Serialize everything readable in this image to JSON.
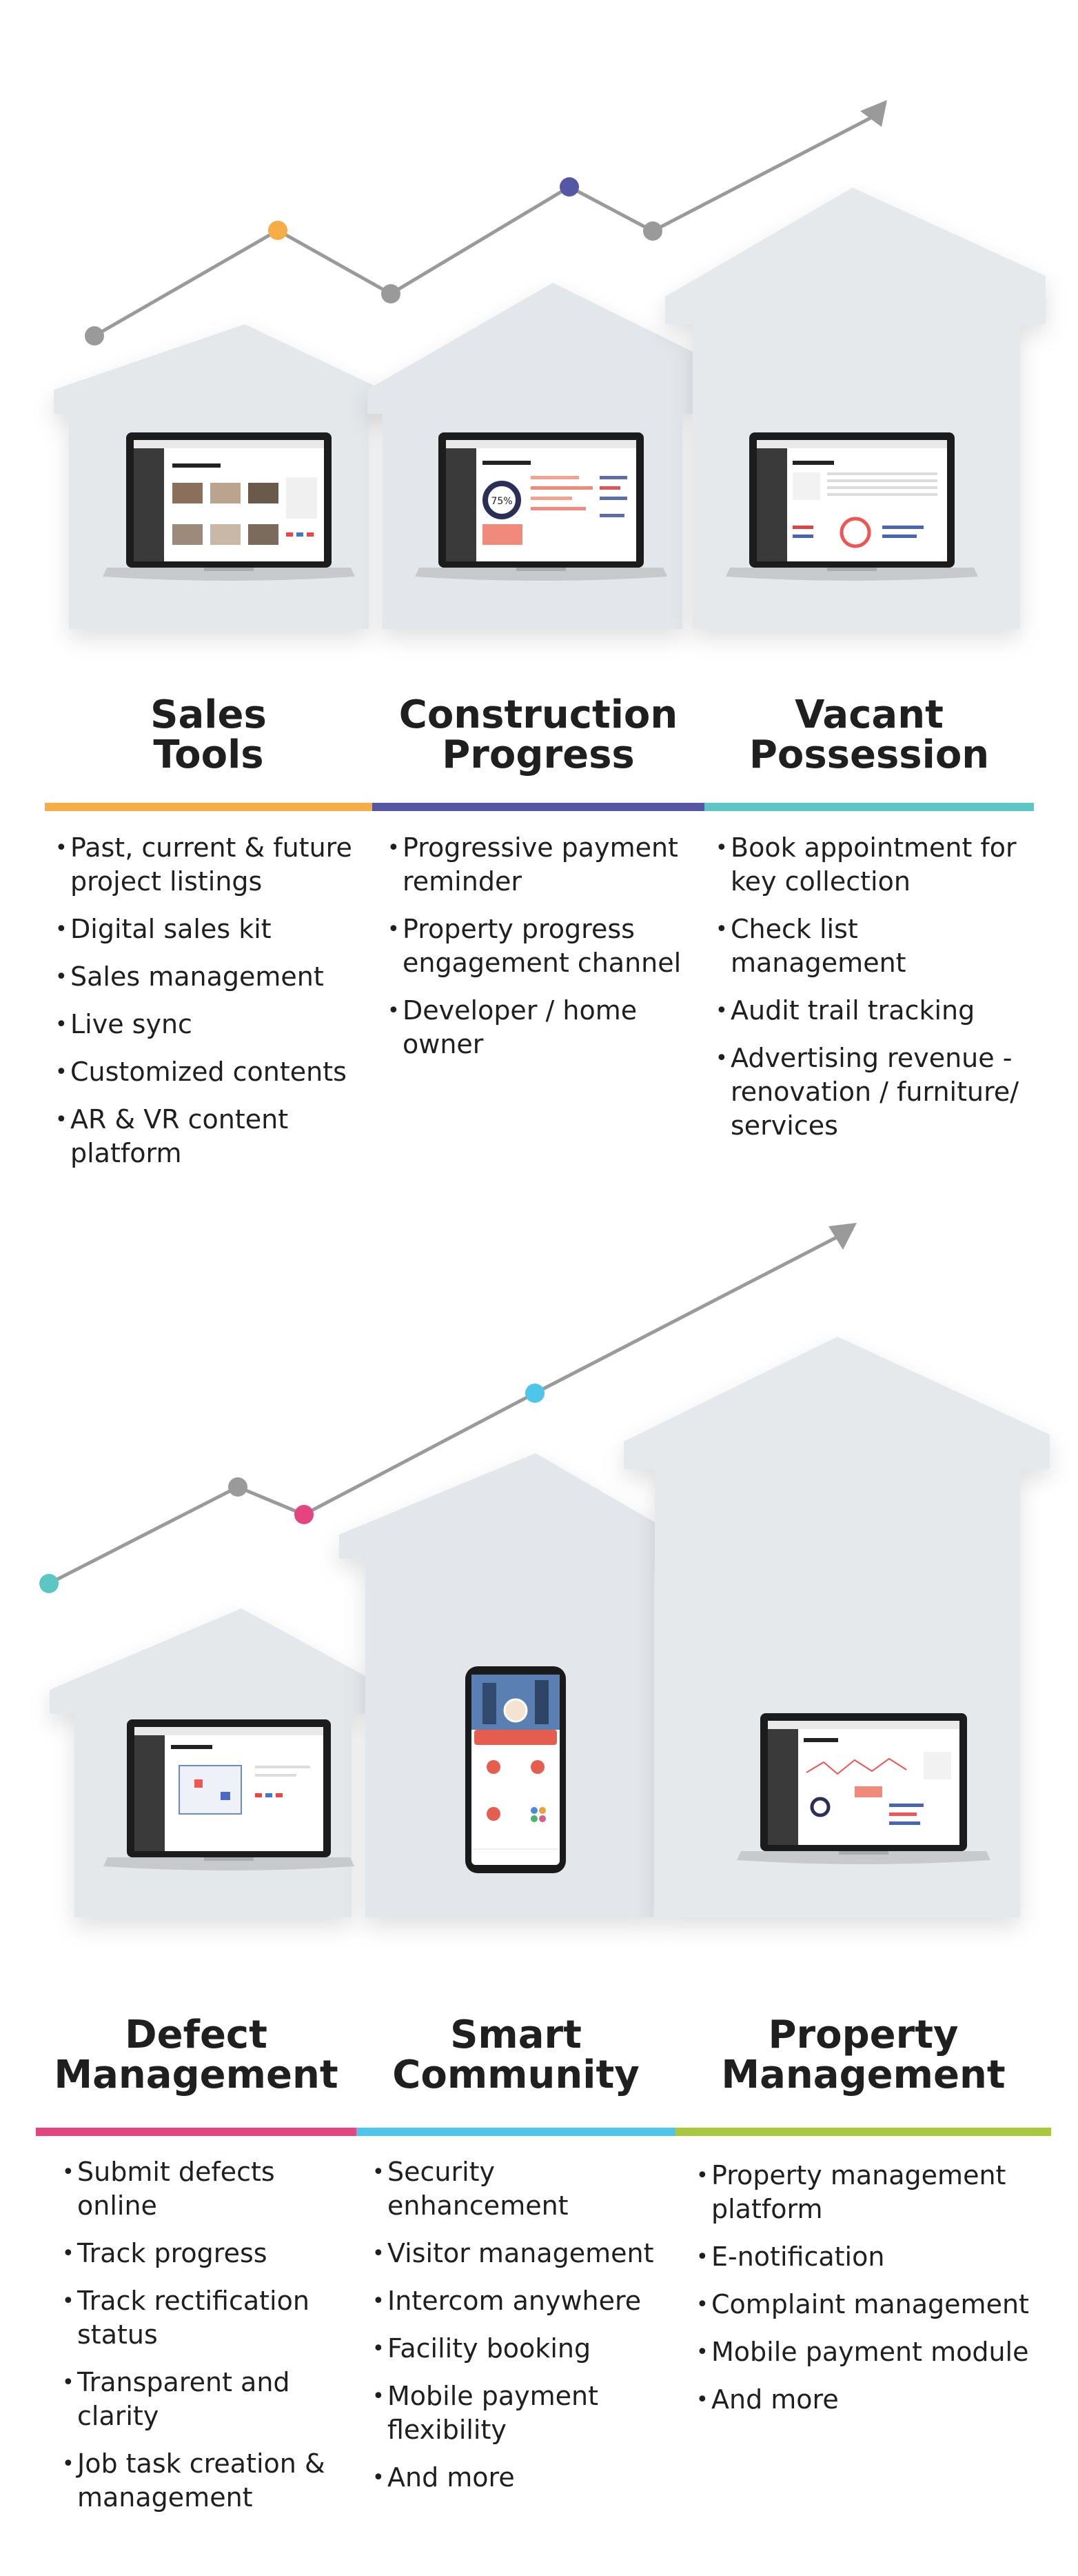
{
  "accent_colors": {
    "orange": "#F7AD46",
    "indigo": "#5657A4",
    "teal": "#5BC6C4",
    "pink": "#E4447F",
    "sky": "#4EC6EB",
    "lime": "#A8C93E",
    "grey": "#9A9A9A"
  },
  "section_1": {
    "columns": [
      {
        "title_line1": "Sales",
        "title_line2": "Tools",
        "bullets": [
          "Past, current & future project listings",
          "Digital sales kit",
          "Sales management",
          "Live sync",
          "Customized contents",
          "AR & VR content platform"
        ]
      },
      {
        "title_line1": "Construction",
        "title_line2": "Progress",
        "bullets": [
          "Progressive payment reminder",
          "Property progress engagement channel",
          "Developer / home owner"
        ]
      },
      {
        "title_line1": "Vacant",
        "title_line2": "Possession",
        "bullets": [
          "Book appointment for key collection",
          "Check list management",
          "Audit trail tracking",
          "Advertising revenue - renovation / furniture/ services"
        ]
      }
    ]
  },
  "section_2": {
    "columns": [
      {
        "title_line1": "Defect",
        "title_line2": "Management",
        "bullets": [
          "Submit defects online",
          "Track progress",
          "Track rectification status",
          "Transparent and clarity",
          "Job task creation & management"
        ]
      },
      {
        "title_line1": "Smart",
        "title_line2": "Community",
        "bullets": [
          "Security enhancement",
          "Visitor management",
          "Intercom anywhere",
          "Facility booking",
          "Mobile payment flexibility",
          "And more"
        ]
      },
      {
        "title_line1": "Property",
        "title_line2": "Management",
        "bullets": [
          "Property management platform",
          "E-notification",
          "Complaint management",
          "Mobile payment module",
          "And more"
        ]
      }
    ]
  }
}
